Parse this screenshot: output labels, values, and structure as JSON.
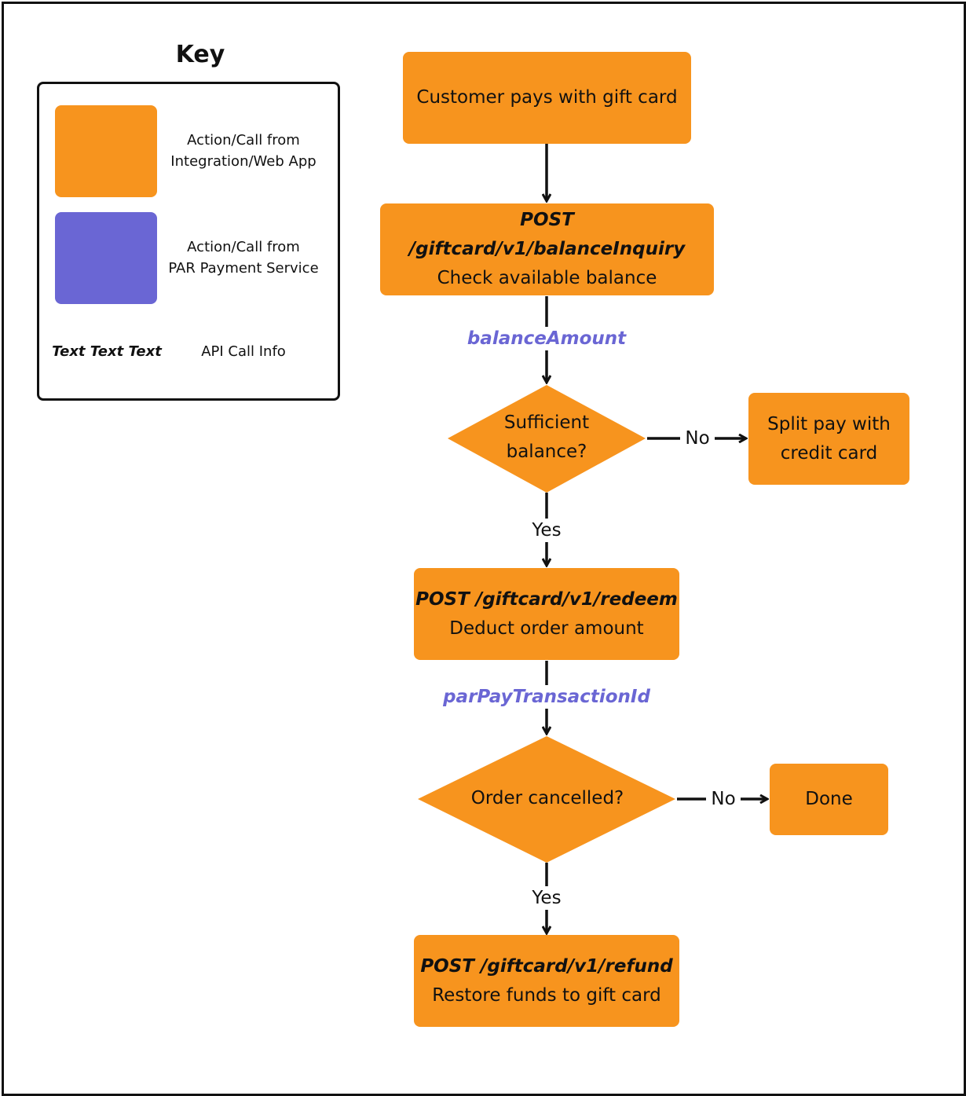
{
  "key": {
    "title": "Key",
    "orange_label": [
      "Action/Call from",
      "Integration/Web App"
    ],
    "purple_label": [
      "Action/Call from",
      "PAR Payment Service"
    ],
    "sample_text": "Text Text Text",
    "sample_label": "API Call Info"
  },
  "colors": {
    "action": "#f7941e",
    "par": "#6a66d4",
    "api_info": "#6a66d4"
  },
  "flow": {
    "start": "Customer pays with gift card",
    "balance_api": "POST /giftcard/v1/balanceInquiry",
    "balance_desc": "Check available balance",
    "balance_out": "balanceAmount",
    "decision1": [
      "Sufficient",
      "balance?"
    ],
    "no1": "No",
    "split": [
      "Split pay with",
      "credit card"
    ],
    "yes1": "Yes",
    "redeem_api": "POST /giftcard/v1/redeem",
    "redeem_desc": "Deduct order amount",
    "redeem_out": "parPayTransactionId",
    "decision2": "Order cancelled?",
    "no2": "No",
    "done": "Done",
    "yes2": "Yes",
    "refund_api": "POST /giftcard/v1/refund",
    "refund_desc": "Restore funds to gift card"
  }
}
